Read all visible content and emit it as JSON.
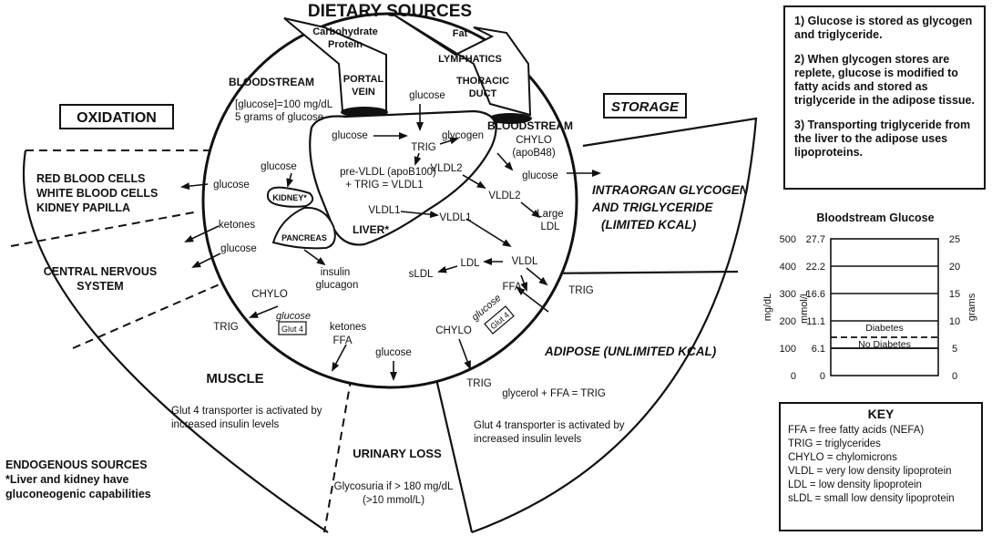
{
  "title": "DIETARY SOURCES",
  "sources": {
    "carb": "Carbohydrate",
    "protein": "Protein",
    "fat": "Fat",
    "lymphatics": "LYMPHATICS",
    "portal_vein_1": "PORTAL",
    "portal_vein_2": "VEIN",
    "thoracic_duct_1": "THORACIC",
    "thoracic_duct_2": "DUCT"
  },
  "bloodstream": {
    "title": "BLOODSTREAM",
    "glucose_conc": "[glucose]=100 mg/dL",
    "grams": "5 grams of glucose"
  },
  "bloodstream2": {
    "title": "BLOODSTREAM",
    "chylo": "CHYLO",
    "apob48": "(apoB48)"
  },
  "liver": {
    "glucose_top": "glucose",
    "glucose_left": "glucose",
    "trig": "TRIG",
    "glycogen": "glycogen",
    "prevldl_1": "pre-VLDL (apoB100)",
    "prevldl_2": "+ TRIG = VLDL1",
    "vldl2": "VLDL2",
    "vldl1": "VLDL1",
    "label": "LIVER*"
  },
  "kidney": {
    "label": "KIDNEY*",
    "glucose": "glucose"
  },
  "pancreas": {
    "label": "PANCREAS",
    "insulin": "insulin",
    "glucagon": "glucagon"
  },
  "oxidation": {
    "title": "OXIDATION",
    "rbc": "RED BLOOD CELLS",
    "wbc": "WHITE BLOOD CELLS",
    "kidney_papilla": "KIDNEY PAPILLA",
    "glucose1": "glucose",
    "ketones": "ketones",
    "glucose2": "glucose",
    "cns_1": "CENTRAL NERVOUS",
    "cns_2": "SYSTEM"
  },
  "storage": {
    "title": "STORAGE",
    "glucose": "glucose",
    "vldl2": "VLDL2",
    "large_ldl_1": "Large",
    "large_ldl_2": "LDL",
    "vldl1": "VLDL1",
    "vldl": "VLDL",
    "ldl": "LDL",
    "sldl": "sLDL",
    "trig": "TRIG",
    "ffa": "FFA",
    "intra_1": "INTRAORGAN GLYCOGEN",
    "intra_2": "AND TRIGLYCERIDE",
    "intra_3": "(LIMITED KCAL)"
  },
  "muscle": {
    "title": "MUSCLE",
    "chylo": "CHYLO",
    "trig": "TRIG",
    "glucose": "glucose",
    "glut4": "Glut 4",
    "ketones": "ketones",
    "ffa": "FFA",
    "note_1": "Glut 4 transporter is activated by",
    "note_2": "increased insulin levels"
  },
  "urinary": {
    "glucose": "glucose",
    "title": "URINARY LOSS",
    "note_1": "Glycosuria if > 180 mg/dL",
    "note_2": "(>10 mmol/L)"
  },
  "adipose": {
    "title": "ADIPOSE (UNLIMITED KCAL)",
    "chylo": "CHYLO",
    "trig": "TRIG",
    "glucose": "glucose",
    "glut4": "Glut 4",
    "equation": "glycerol + FFA = TRIG",
    "note_1": "Glut 4 transporter is activated by",
    "note_2": "increased insulin levels"
  },
  "endogenous": {
    "title": "ENDOGENOUS SOURCES",
    "line_1": "*Liver and kidney have",
    "line_2": "gluconeogenic capabilities"
  },
  "notes": [
    "1) Glucose is stored as glycogen and triglyceride.",
    "2) When glycogen stores are replete, glucose is modified to fatty acids and stored as triglyceride in the adipose tissue.",
    "3) Transporting triglyceride from the liver to the adipose uses lipoproteins."
  ],
  "key": {
    "title": "KEY",
    "items": [
      "FFA = free fatty acids (NEFA)",
      "TRIG = triglycerides",
      "CHYLO = chylomicrons",
      "VLDL = very low density lipoprotein",
      "LDL = low density lipoprotein",
      "sLDL = small low density lipoprotein"
    ]
  },
  "chart_data": {
    "type": "table",
    "title": "Bloodstream Glucose",
    "ylabel_left": "mg/dL",
    "ylabel_mid": "mmol/L",
    "ylabel_right": "grams",
    "mgdl": [
      "500",
      "400",
      "300",
      "200",
      "100",
      "0"
    ],
    "mmol": [
      "27.7",
      "22.2",
      "16.6",
      "11.1",
      "6.1",
      "0"
    ],
    "grams": [
      "25",
      "20",
      "15",
      "10",
      "5",
      "0"
    ],
    "diabetes_label": "Diabetes",
    "no_diabetes_label": "No Diabetes",
    "diabetes_threshold_mgdl": 140,
    "normal_level_mgdl": 100
  },
  "colors": {
    "ink": "#111111",
    "background": "#ffffff"
  }
}
